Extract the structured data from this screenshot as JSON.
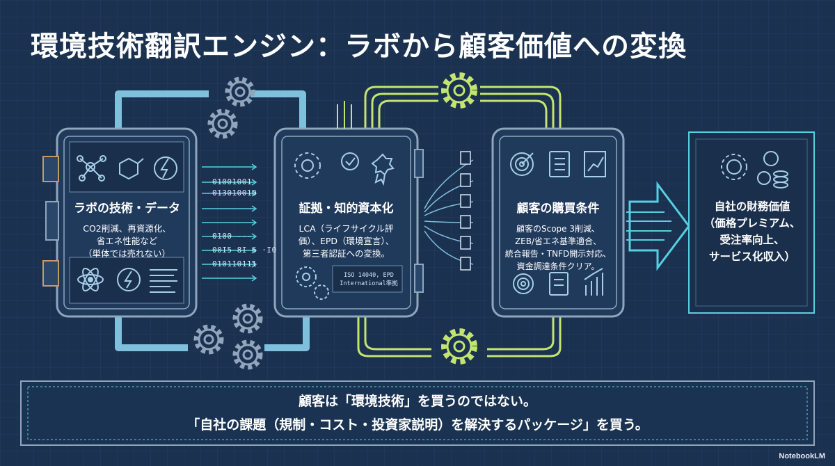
{
  "title": "環境技術翻訳エンジン：ラボから顧客価値への変換",
  "panels": [
    {
      "heading": "ラボの技術・データ",
      "body": [
        "CO2削減、再資源化、",
        "省エネ性能など",
        "（単体では売れない）"
      ]
    },
    {
      "heading": "証拠・知的資本化",
      "body": [
        "LCA（ライフサイクル評",
        "価）、EPD（環境宣言）、",
        "第三者認証への変換。"
      ],
      "stamp": [
        "ISO 14040, EPD",
        "International準拠"
      ]
    },
    {
      "heading": "顧客の購買条件",
      "body": [
        "顧客のScope 3削減、",
        "ZEB/省エネ基準適合、",
        "統合報告・TNFD開示対応、",
        "資金調達条件クリア。"
      ]
    }
  ],
  "code_stream": [
    "01001001",
    "01301001O",
    "0100 ---",
    "00I5 8I 6 ·I0",
    "010110111"
  ],
  "value_box": {
    "lines": [
      "自社の財務価値",
      "（価格プレミアム、",
      "受注率向上、",
      "サービス化収入）"
    ]
  },
  "banner": {
    "line1": "顧客は「環境技術」を買うのではない。",
    "line2": "「自社の課題（規制・コスト・投資家説明）を解決するパッケージ」を買う。"
  },
  "watermark": "NotebookLM",
  "colors": {
    "background": "#1b3150",
    "frame": "#8fa6bd",
    "pipe_blue": "#7fc0dc",
    "pipe_green": "#c3e56f",
    "arrow_cyan": "#57d0e2",
    "icon_blue": "#a8cfe8"
  }
}
